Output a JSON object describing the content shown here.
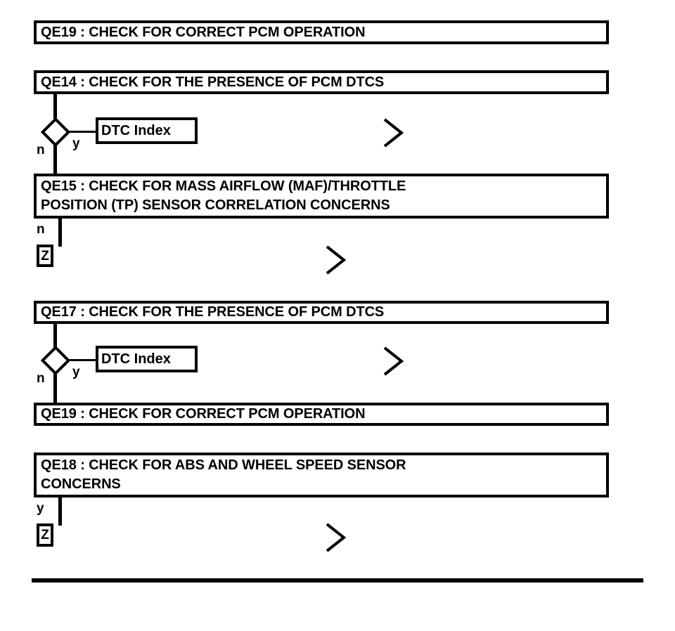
{
  "diagram": {
    "type": "flowchart",
    "title": "PCM diagnostic symptom chart continuation",
    "line_color": "#000000",
    "fill_color": "#ffffff",
    "steps": [
      {
        "id": "step-qe19-top",
        "label": "QE19 : CHECK FOR CORRECT PCM OPERATION"
      },
      {
        "id": "step-qe14",
        "label": "QE14 : CHECK FOR THE PRESENCE OF PCM DTCS"
      },
      {
        "id": "step-qe15",
        "label": "QE15 : CHECK FOR MASS AIRFLOW (MAF)/THROTTLE\nPOSITION (TP) SENSOR CORRELATION CONCERNS"
      },
      {
        "id": "step-qe17",
        "label": "QE17 : CHECK FOR THE PRESENCE OF PCM DTCS"
      },
      {
        "id": "step-qe19-bottom",
        "label": "QE19 : CHECK FOR CORRECT PCM OPERATION"
      },
      {
        "id": "step-qe18",
        "label": "QE18 : CHECK FOR ABS AND WHEEL SPEED SENSOR\nCONCERNS"
      }
    ],
    "references": [
      {
        "id": "ref-dtc-index-1",
        "label": "DTC Index"
      },
      {
        "id": "ref-dtc-index-2",
        "label": "DTC Index"
      }
    ],
    "connectors": [
      {
        "id": "tag-z-1",
        "label": "Z"
      },
      {
        "id": "tag-z-2",
        "label": "Z"
      }
    ],
    "branches": [
      {
        "id": "branch-qe14-n",
        "label": "n"
      },
      {
        "id": "branch-qe14-y",
        "label": "y"
      },
      {
        "id": "branch-qe15-n",
        "label": "n"
      },
      {
        "id": "branch-qe17-n",
        "label": "n"
      },
      {
        "id": "branch-qe17-y",
        "label": "y"
      },
      {
        "id": "branch-qe18-y",
        "label": "y"
      }
    ],
    "page_markers": [
      {
        "id": "chevron-1",
        "glyph": ">"
      },
      {
        "id": "chevron-2",
        "glyph": ">"
      },
      {
        "id": "chevron-3",
        "glyph": ">"
      },
      {
        "id": "chevron-4",
        "glyph": ">"
      }
    ]
  }
}
